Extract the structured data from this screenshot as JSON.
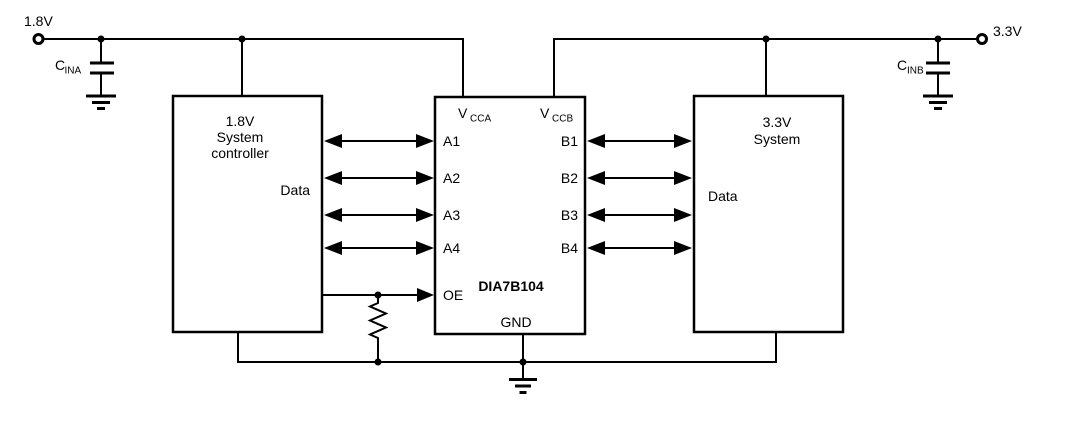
{
  "schematic": {
    "supplies": {
      "left_label": "1.8V",
      "right_label": "3.3V"
    },
    "capacitors": {
      "left_main": "C",
      "left_sub": "INA",
      "right_main": "C",
      "right_sub": "INB"
    },
    "left_system": {
      "line1": "1.8V",
      "line2": "System",
      "line3": "controller",
      "data_label": "Data"
    },
    "right_system": {
      "line1": "3.3V",
      "line2": "System",
      "data_label": "Data"
    },
    "chip": {
      "part_number": "DIA7B104",
      "vcca_main": "V",
      "vcca_sub": "CCA",
      "vccb_main": "V",
      "vccb_sub": "CCB",
      "a_pins": [
        "A1",
        "A2",
        "A3",
        "A4"
      ],
      "b_pins": [
        "B1",
        "B2",
        "B3",
        "B4"
      ],
      "oe_pin": "OE",
      "gnd_pin": "GND"
    },
    "colors": {
      "line": "#000000",
      "background": "#ffffff"
    }
  }
}
